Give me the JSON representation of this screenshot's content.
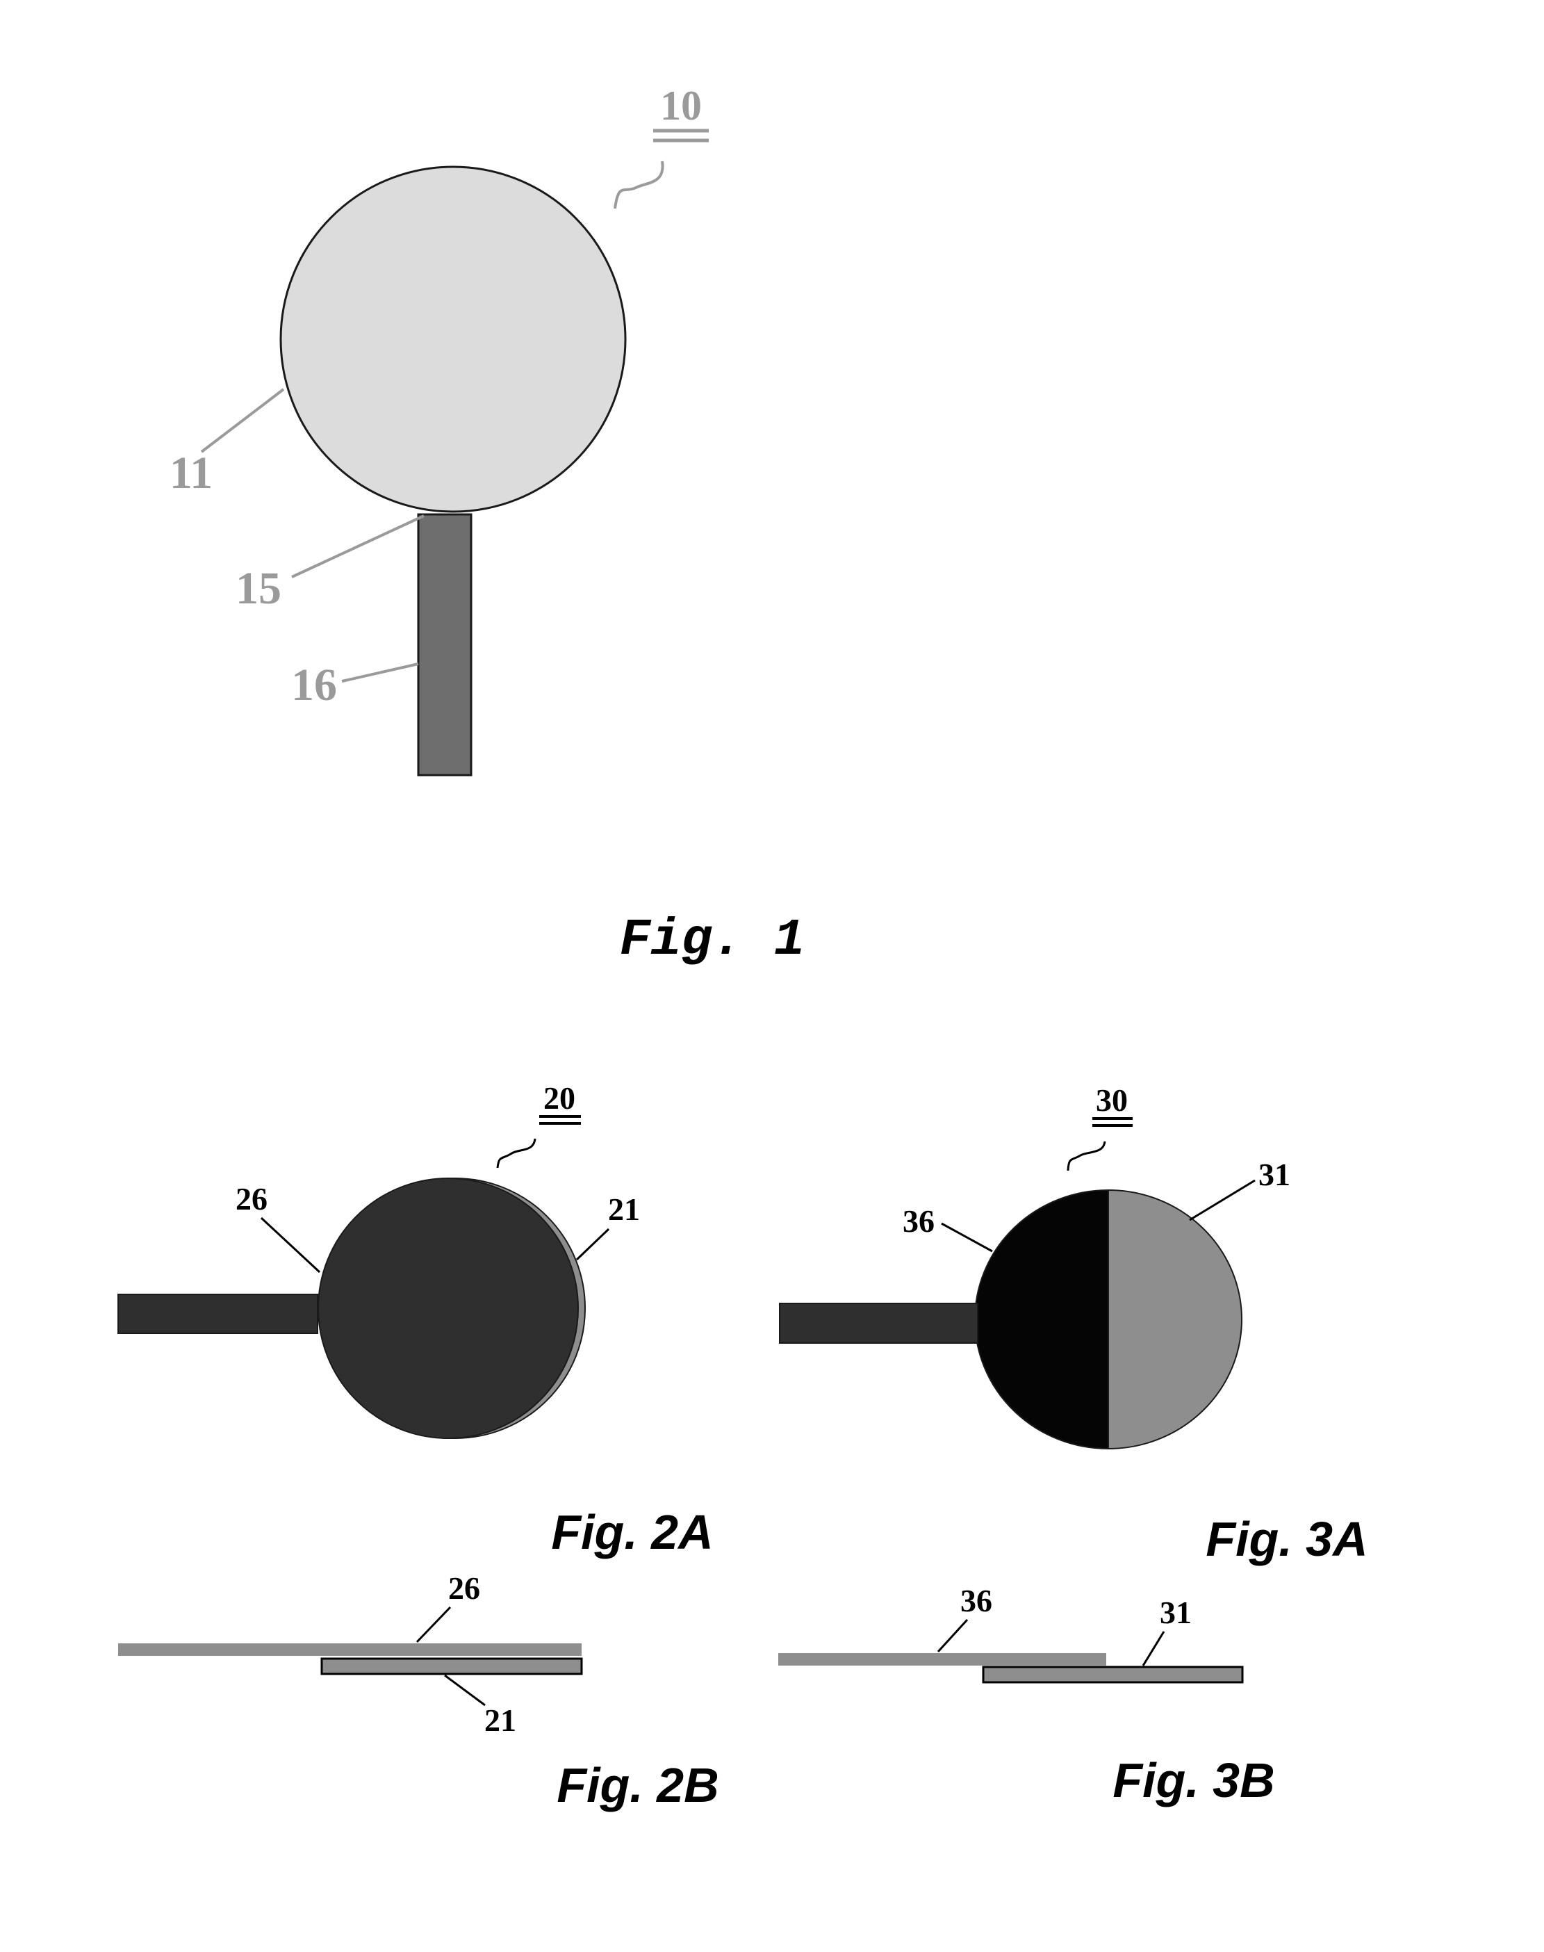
{
  "figures": {
    "fig1": {
      "caption": "Fig. 1",
      "ref_numeral": "10",
      "labels": {
        "body": "11",
        "junction": "15",
        "stem": "16"
      }
    },
    "fig2a": {
      "caption": "Fig. 2A",
      "ref_numeral": "20",
      "labels": {
        "front": "26",
        "back": "21"
      }
    },
    "fig2b": {
      "caption": "Fig. 2B",
      "labels": {
        "top_layer": "26",
        "bottom_layer": "21"
      }
    },
    "fig3a": {
      "caption": "Fig. 3A",
      "ref_numeral": "30",
      "labels": {
        "left_half": "36",
        "right_half": "31"
      }
    },
    "fig3b": {
      "caption": "Fig. 3B",
      "labels": {
        "left_layer": "36",
        "right_layer": "31"
      }
    }
  },
  "colors": {
    "light_gray": "#dcdcdc",
    "medium_gray": "#8e8e8e",
    "stem_gray": "#6e6e6e",
    "dark_gray": "#2f2f2f",
    "black": "#050505",
    "label_gray": "#9a9a9a",
    "line": "#000000"
  }
}
